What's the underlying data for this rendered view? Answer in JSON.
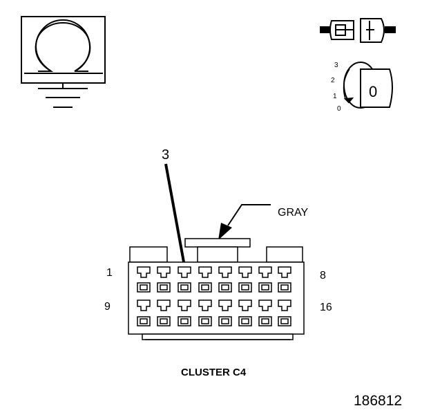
{
  "diagram": {
    "connector_title": "CLUSTER C4",
    "color_label": "GRAY",
    "callout_pin": "3",
    "pin_row1_start": "1",
    "pin_row1_end": "8",
    "pin_row2_start": "9",
    "pin_row2_end": "16",
    "figure_number": "186812",
    "ignition_positions": [
      "3",
      "2",
      "1",
      "0"
    ],
    "ignition_key_label": "0",
    "symbols": [
      "ohmmeter-icon",
      "ground-icon",
      "disconnected-connector-icon",
      "ignition-key-icon"
    ]
  }
}
